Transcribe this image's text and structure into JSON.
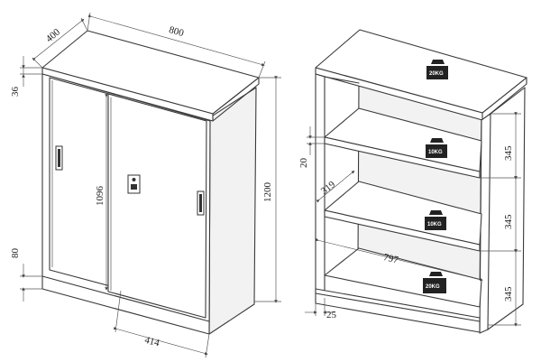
{
  "diagram": {
    "left_cabinet": {
      "labels": {
        "depth": "400",
        "width": "800",
        "top_thickness": "36",
        "door_height": "1096",
        "total_height": "1200",
        "plinth": "80",
        "door_width": "414"
      }
    },
    "right_cabinet": {
      "labels": {
        "shelf_thickness": "20",
        "shelf_depth": "319",
        "inner_width": "797",
        "side_offset": "25",
        "gap_top": "345",
        "gap_middle": "345",
        "gap_bottom": "345"
      },
      "weights": {
        "top": "20KG",
        "shelf_1": "10KG",
        "shelf_2": "10KG",
        "bottom": "20KG"
      }
    }
  }
}
